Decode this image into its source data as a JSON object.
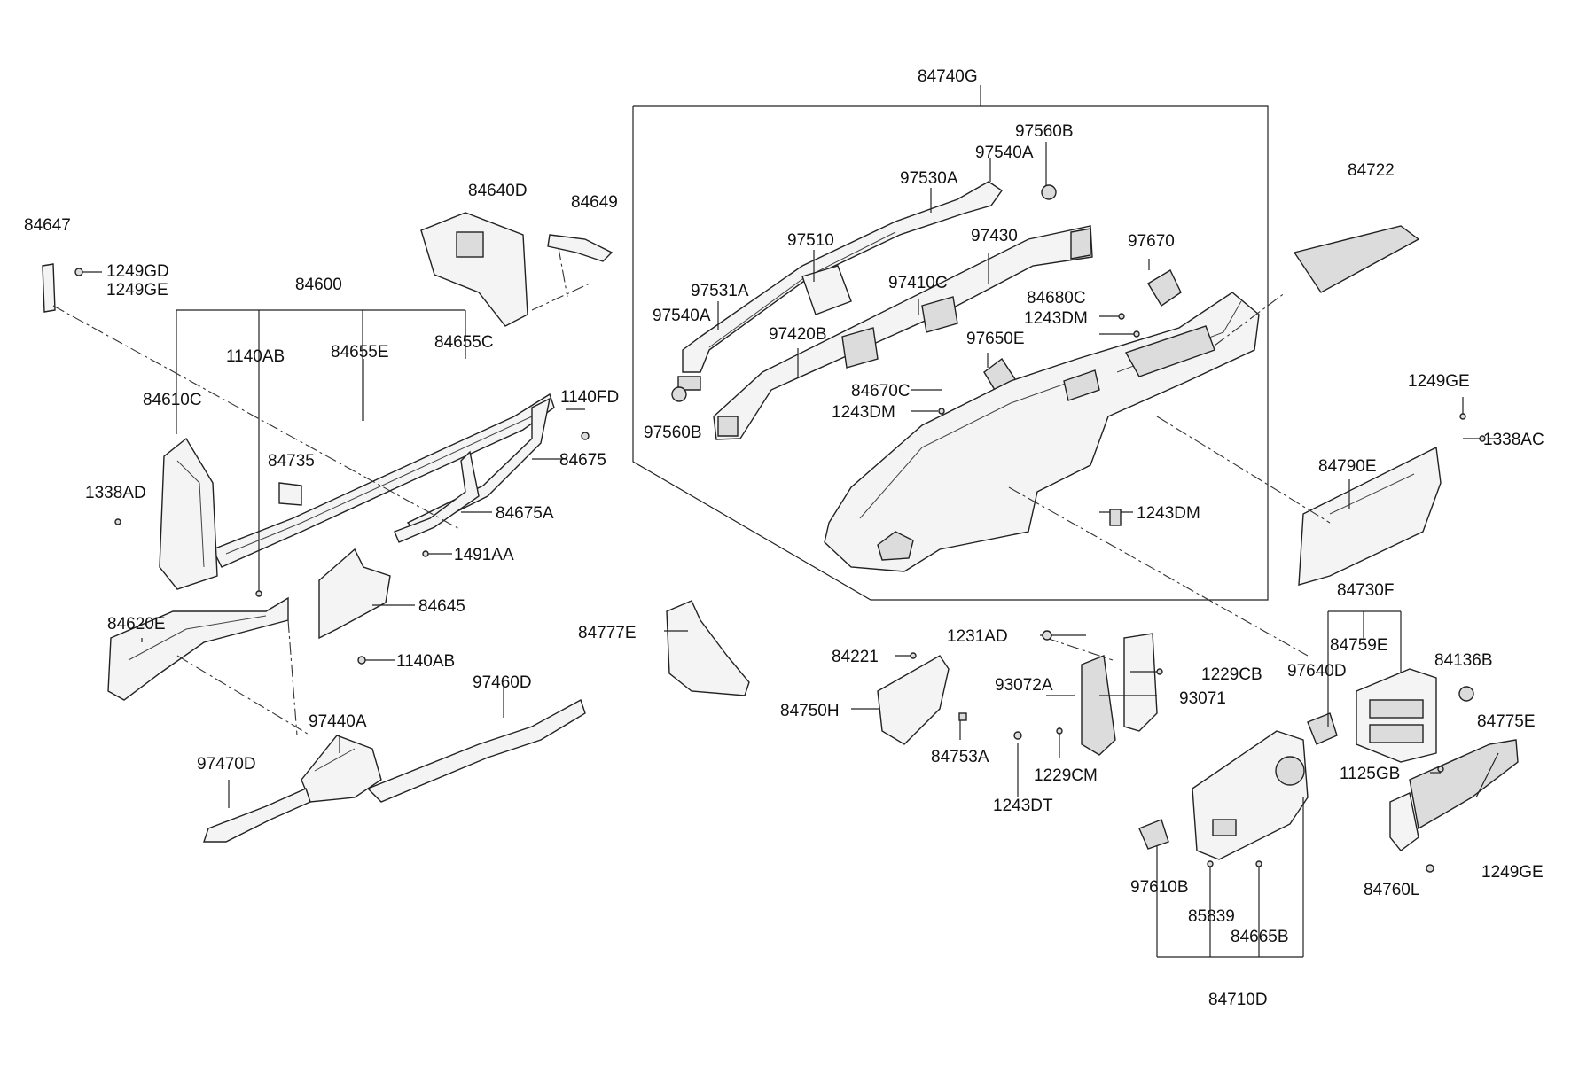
{
  "labels": {
    "p84740G": "84740G",
    "p97560B_top": "97560B",
    "p97540A_top": "97540A",
    "p97530A": "97530A",
    "p84722": "84722",
    "p97510": "97510",
    "p97430": "97430",
    "p97670": "97670",
    "p97531A": "97531A",
    "p97410C": "97410C",
    "p84680C": "84680C",
    "p97540A_left": "97540A",
    "p1243DM_a": "1243DM",
    "p97420B": "97420B",
    "p97650E": "97650E",
    "p84670C": "84670C",
    "p1243DM_b": "1243DM",
    "p97560B_left": "97560B",
    "p1243DM_c": "1243DM",
    "p1249GE_right": "1249GE",
    "p1338AC": "1338AC",
    "p84790E": "84790E",
    "p84647": "84647",
    "p1249GD": "1249GD",
    "p1249GE_left": "1249GE",
    "p84640D": "84640D",
    "p84649": "84649",
    "p84600": "84600",
    "p1140AB_top": "1140AB",
    "p84655E": "84655E",
    "p84655C": "84655C",
    "p84610C": "84610C",
    "p1140FD": "1140FD",
    "p84735": "84735",
    "p84675": "84675",
    "p1338AD": "1338AD",
    "p84675A": "84675A",
    "p1491AA": "1491AA",
    "p84645": "84645",
    "p84620E": "84620E",
    "p1140AB_bottom": "1140AB",
    "p97460D": "97460D",
    "p97440A": "97440A",
    "p97470D": "97470D",
    "p84777E": "84777E",
    "p84730F": "84730F",
    "p84759E": "84759E",
    "p97640D": "97640D",
    "p84136B": "84136B",
    "p84775E": "84775E",
    "p1125GB": "1125GB",
    "p1231AD": "1231AD",
    "p84221": "84221",
    "p1229CB": "1229CB",
    "p93072A": "93072A",
    "p93071": "93071",
    "p84750H": "84750H",
    "p84753A": "84753A",
    "p1229CM": "1229CM",
    "p1243DT": "1243DT",
    "p97610B": "97610B",
    "p85839": "85839",
    "p84665B": "84665B",
    "p84760L": "84760L",
    "p1249GE_bottom": "1249GE",
    "p84710D": "84710D"
  }
}
